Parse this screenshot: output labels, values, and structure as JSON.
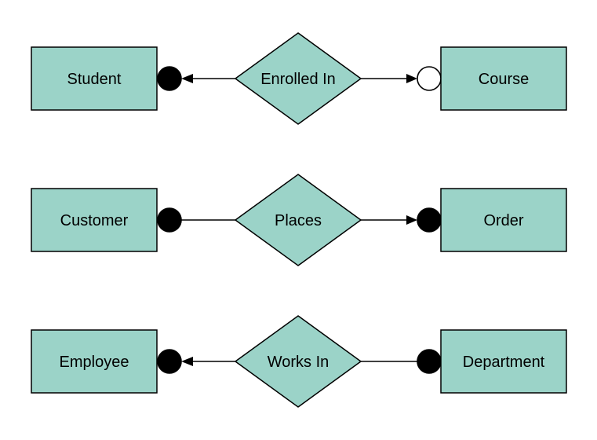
{
  "diagram": {
    "type": "entity-relationship-notation",
    "background": "#ffffff",
    "colors": {
      "shape_fill": "#9bd3c8",
      "shape_stroke": "#000000",
      "connector": "#000000",
      "marker_filled": "#000000",
      "marker_open_fill": "#ffffff",
      "text": "#000000"
    },
    "rows": [
      {
        "left_entity": "Student",
        "relationship": "Enrolled In",
        "right_entity": "Course",
        "left_marker": "filled-circle",
        "left_arrow": "arrow-toward-left-entity",
        "right_marker": "open-circle",
        "right_arrow": "arrow-toward-right-entity"
      },
      {
        "left_entity": "Customer",
        "relationship": "Places",
        "right_entity": "Order",
        "left_marker": "filled-circle",
        "left_arrow": "none",
        "right_marker": "filled-circle",
        "right_arrow": "arrow-toward-right-entity"
      },
      {
        "left_entity": "Employee",
        "relationship": "Works In",
        "right_entity": "Department",
        "left_marker": "filled-circle",
        "left_arrow": "arrow-toward-left-entity",
        "right_marker": "filled-circle",
        "right_arrow": "none"
      }
    ]
  }
}
